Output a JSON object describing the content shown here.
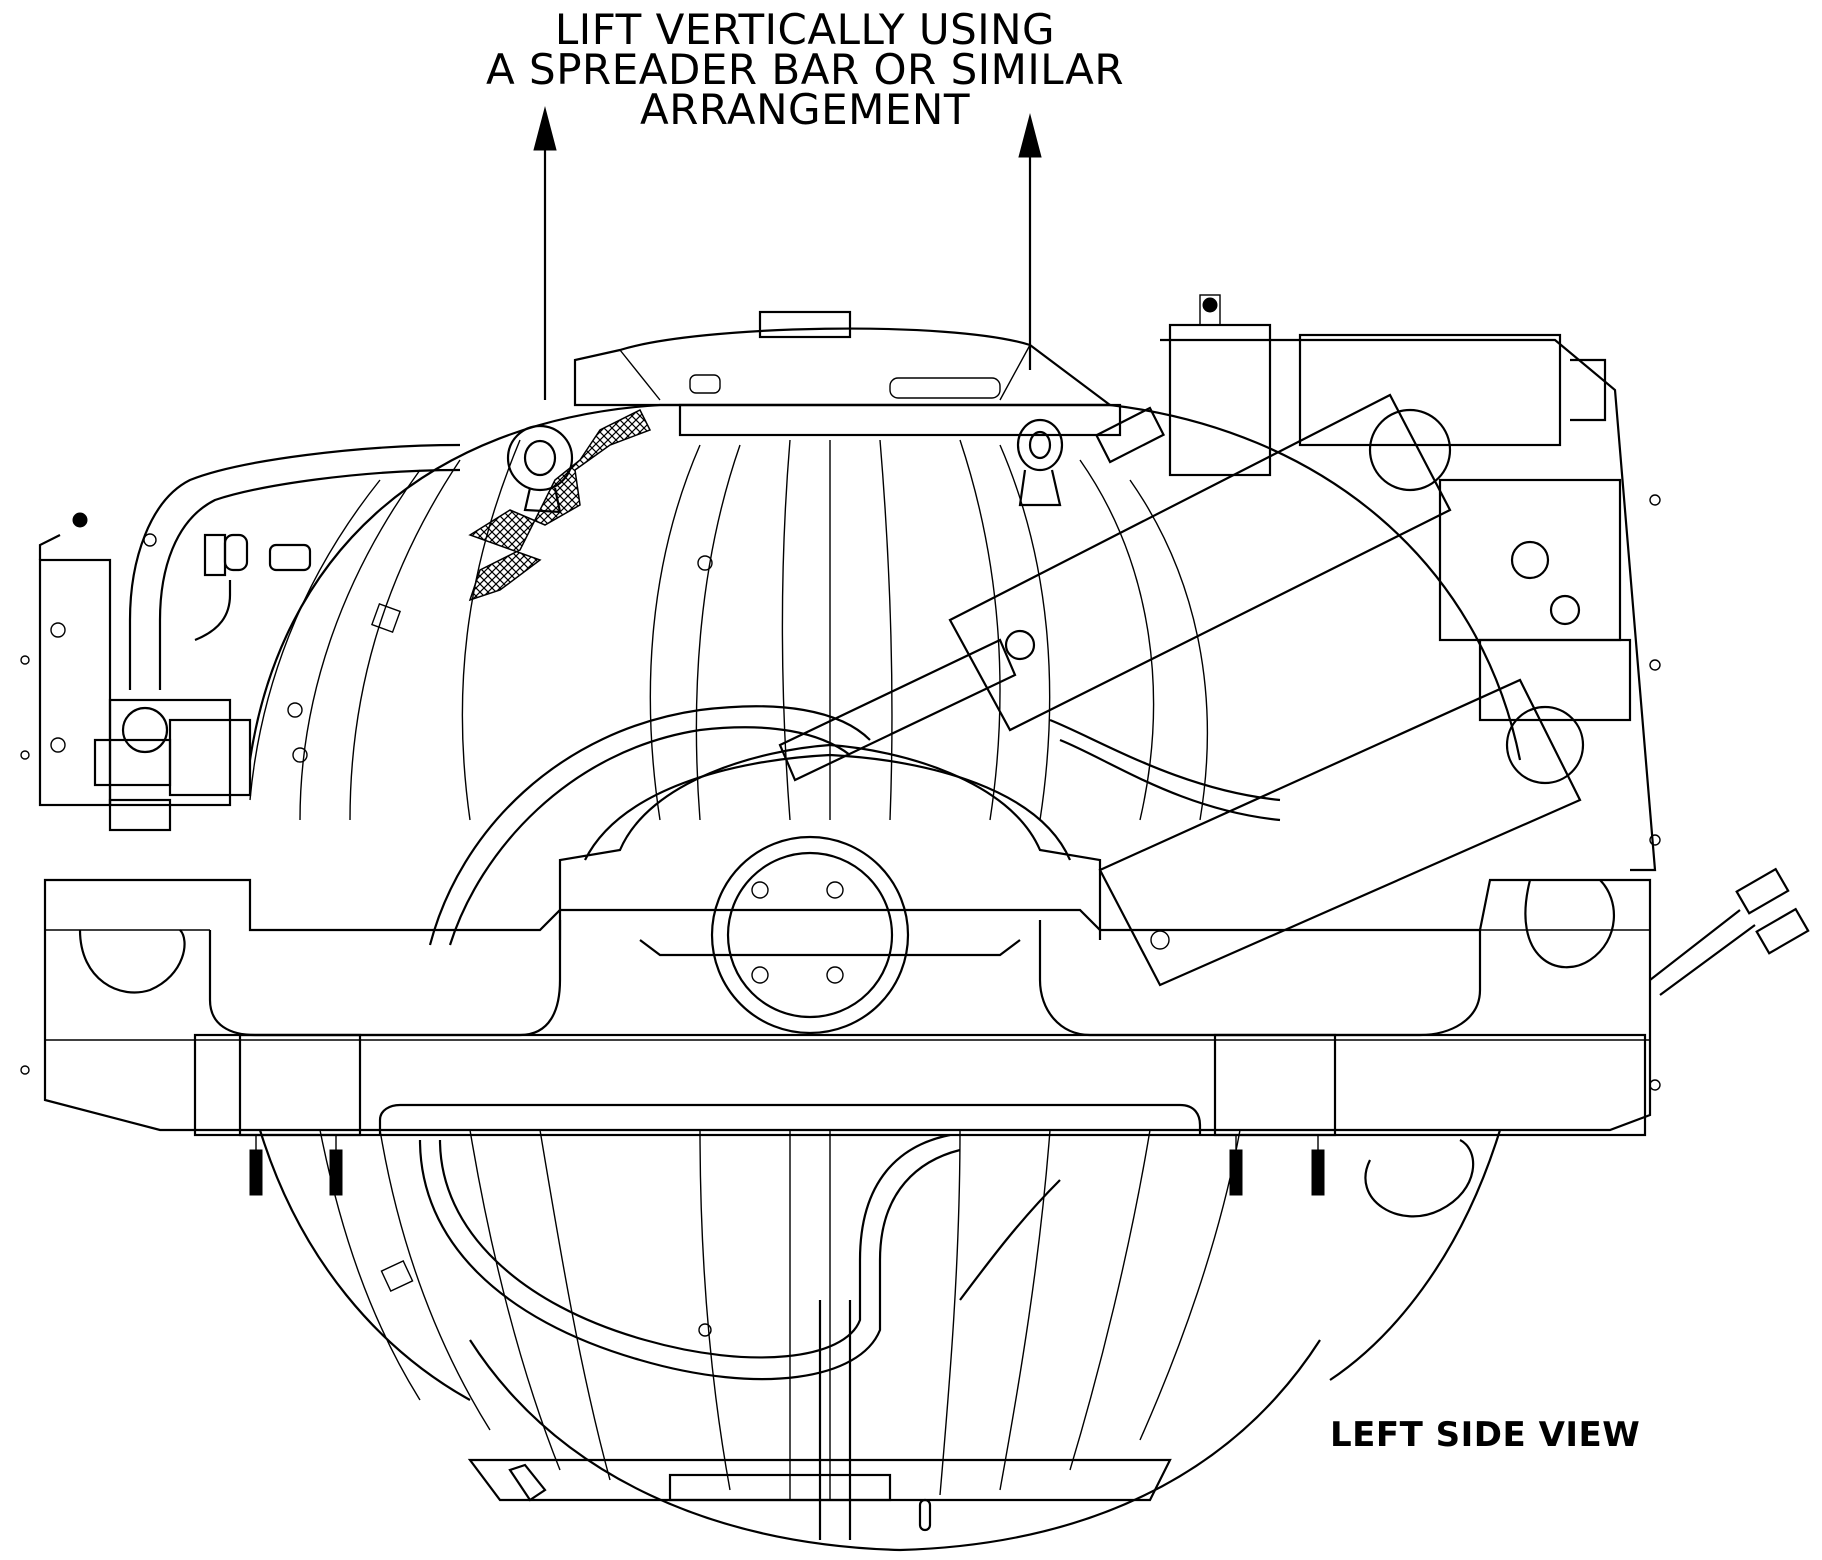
{
  "lift_note": {
    "line1": "LIFT VERTICALLY USING",
    "line2": "A SPREADER BAR OR SIMILAR",
    "line3": "ARRANGEMENT"
  },
  "view_label": "LEFT SIDE VIEW"
}
